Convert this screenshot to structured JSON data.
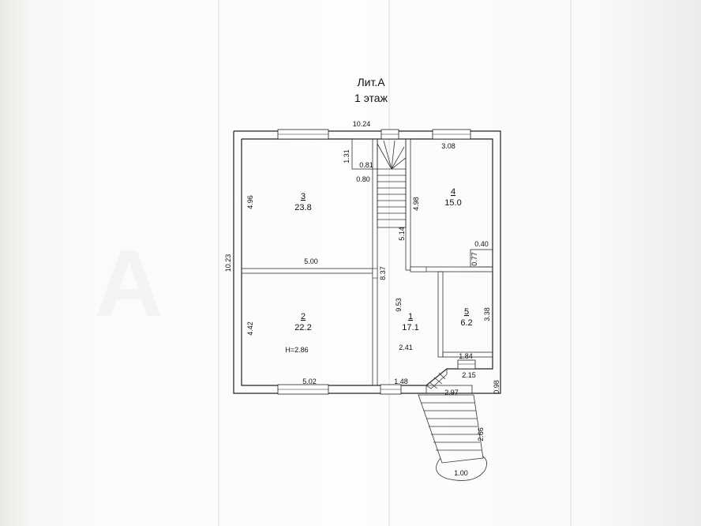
{
  "header": {
    "title_line1": "Лит.А",
    "title_line2": "1 этаж"
  },
  "rooms": [
    {
      "num": "1",
      "area": "17.1"
    },
    {
      "num": "2",
      "area": "22.2"
    },
    {
      "num": "3",
      "area": "23.8"
    },
    {
      "num": "4",
      "area": "15.0"
    },
    {
      "num": "5",
      "area": "6.2"
    }
  ],
  "height_label": "H=2.86",
  "dims": {
    "top_total": "10.24",
    "left_total": "10.23",
    "r3_height": "4.96",
    "r3_width": "5.00",
    "r2_height": "4.42",
    "r2_width": "5.02",
    "stair_h": "1.31",
    "stair_w": "0.81",
    "stair_w2": "0.80",
    "r4_width": "3.08",
    "r4_height": "4.98",
    "corr_width": "5.14",
    "corr_len": "8.37",
    "r1_len": "9.53",
    "r1_width": "2.41",
    "niche_a": "0.40",
    "niche_b": "0.77",
    "r5_height": "3.38",
    "r5_width": "1.84",
    "r5_bottom": "2.15",
    "porch_w": "2.97",
    "porch_off": "0.98",
    "door_w": "1.48",
    "ramp_len": "2.66",
    "landing": "1.00"
  }
}
